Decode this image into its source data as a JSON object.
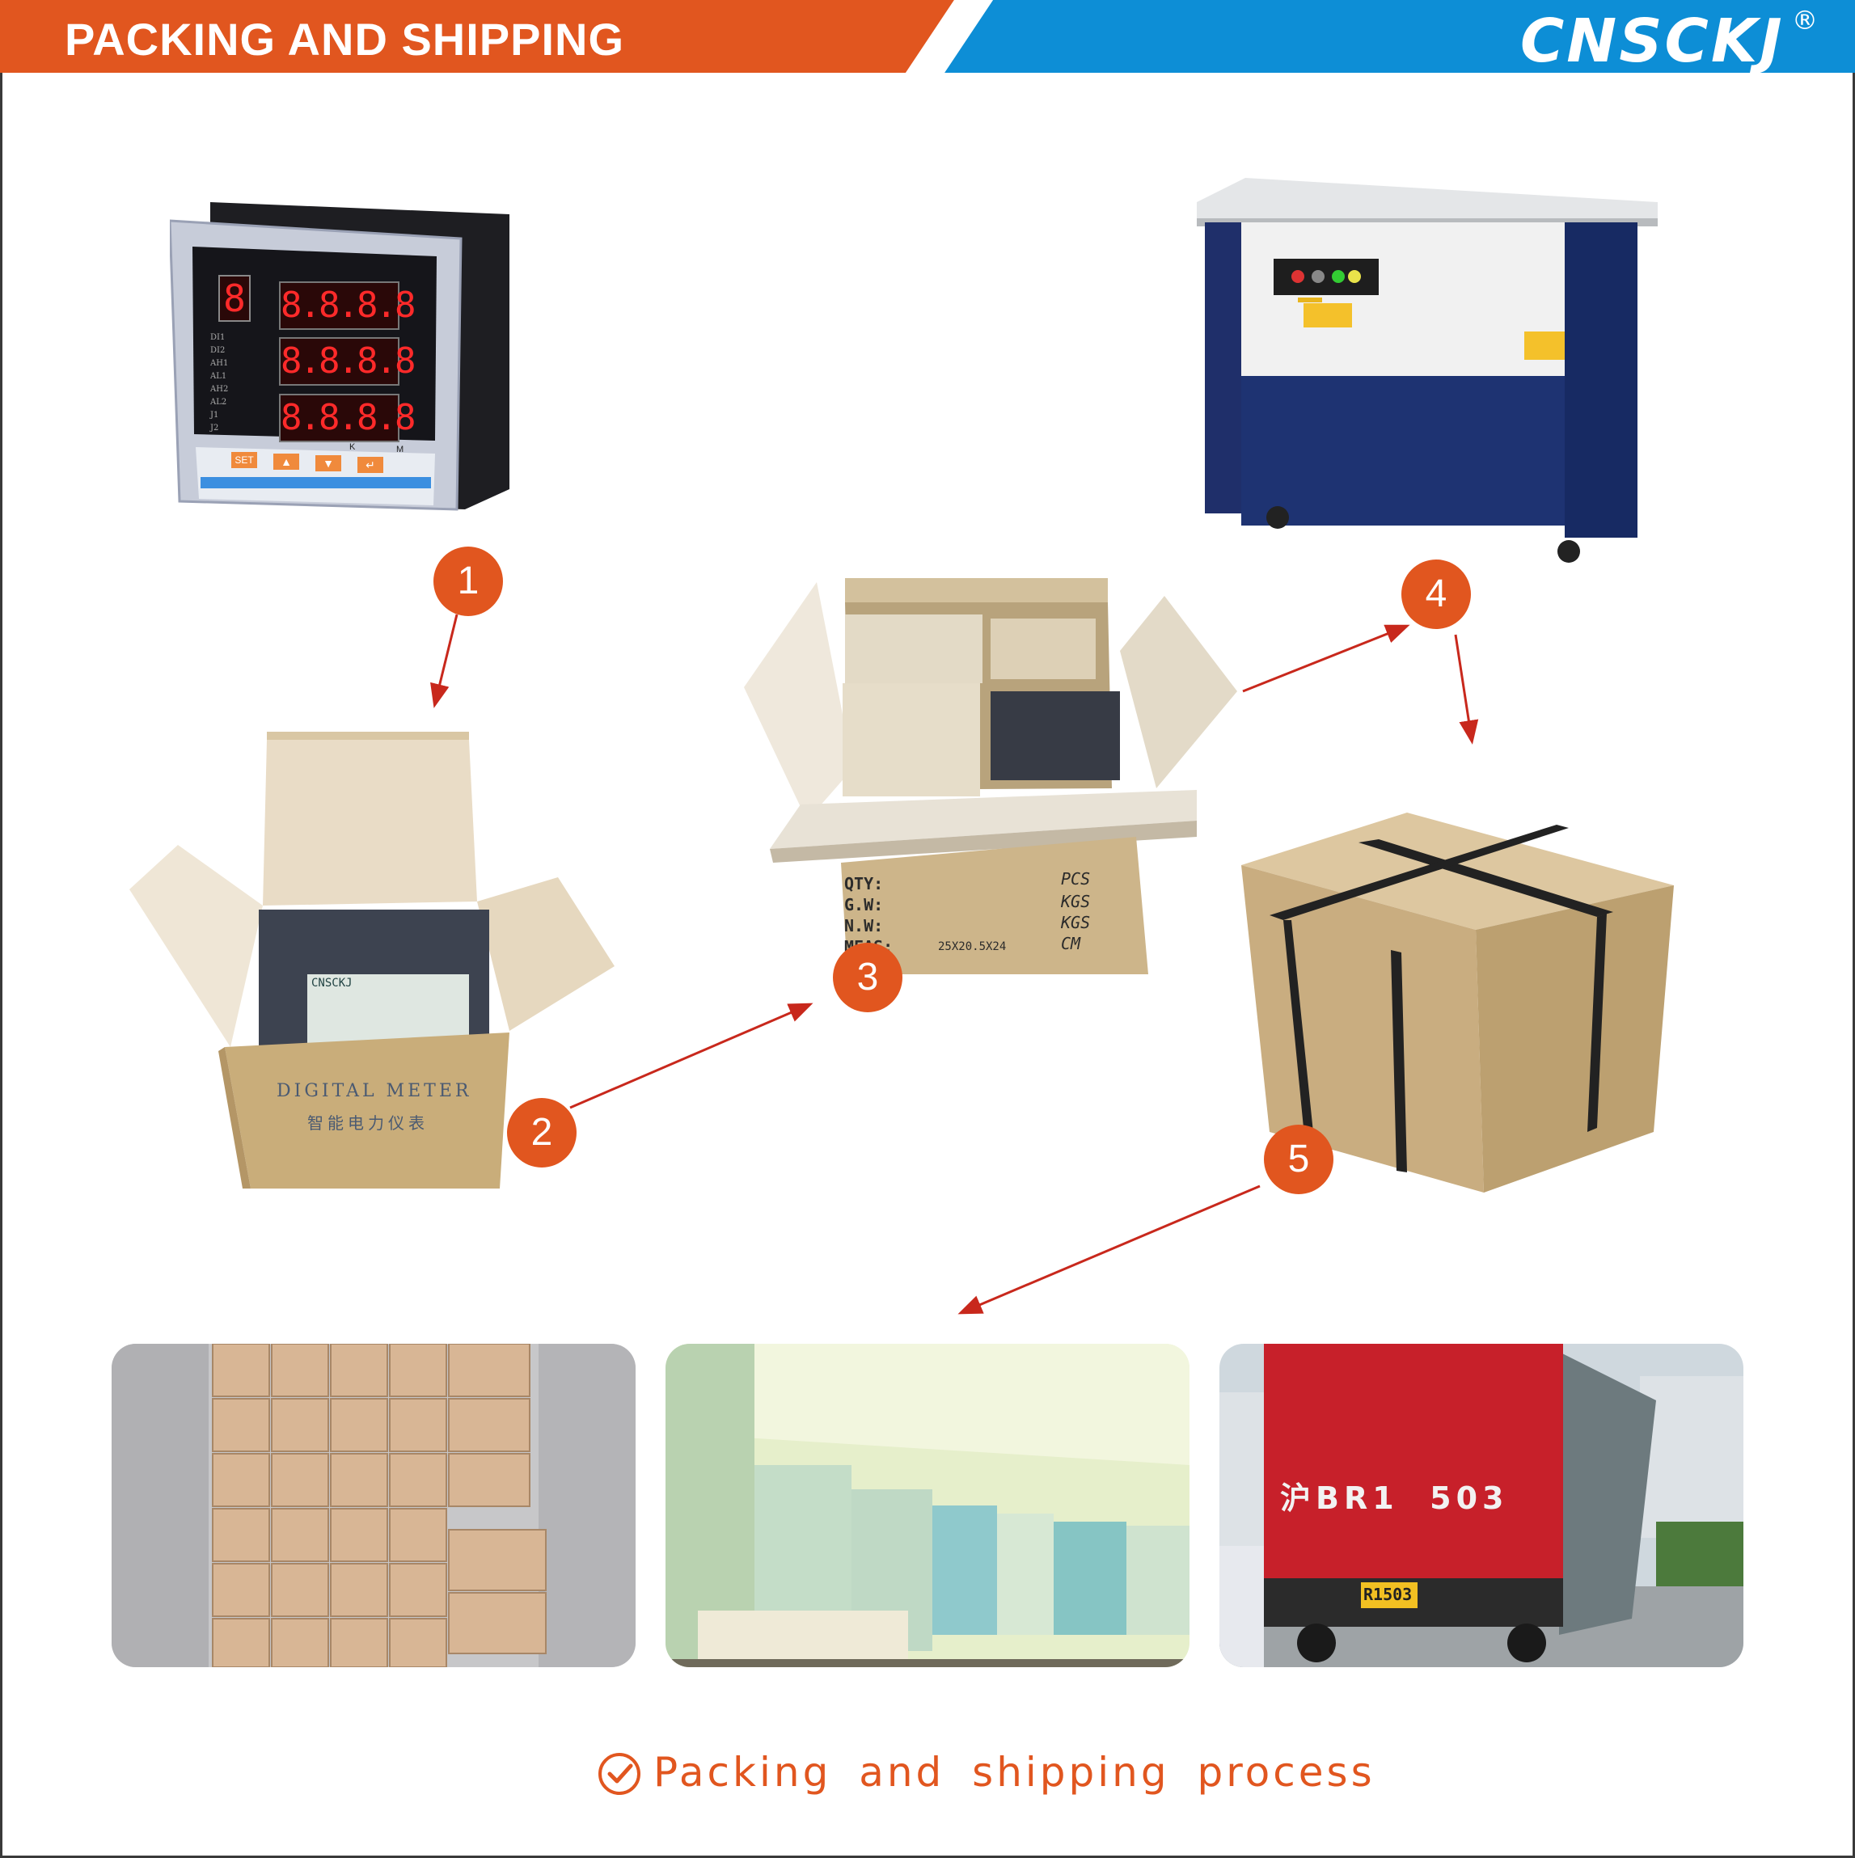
{
  "header": {
    "title": "PACKING AND SHIPPING",
    "logo": "CNSCKJ",
    "registered": "®",
    "colors": {
      "orange": "#e1561f",
      "blue": "#0d8ed6"
    }
  },
  "meter": {
    "digits": [
      "8.8.8.8",
      "8.8.8.8",
      "8.8.8.8"
    ],
    "small_digit": "8",
    "indicators": [
      "DI1",
      "DI2",
      "AH1",
      "AL1",
      "AH2",
      "AL2",
      "J1",
      "J2"
    ],
    "buttons": [
      "SET"
    ],
    "units": [
      "K",
      "M"
    ]
  },
  "steps": [
    "1",
    "2",
    "3",
    "4",
    "5"
  ],
  "small_box": {
    "brand": "CNSCKJ",
    "print1": "DIGITAL METER",
    "print2": "智能电力仪表"
  },
  "carton": {
    "qty": "QTY:",
    "pcs": "PCS",
    "gw": "G.W:",
    "kgs1": "KGS",
    "nw": "N.W:",
    "kgs2": "KGS",
    "meas": "MEAS:",
    "size": "25X20.5X24",
    "cm": "CM"
  },
  "truck": {
    "plate_text": "沪BR1  503",
    "plate": "R1503"
  },
  "caption": "Packing and shipping process",
  "icons": [
    "check-circle-icon",
    "arrow-icon"
  ]
}
